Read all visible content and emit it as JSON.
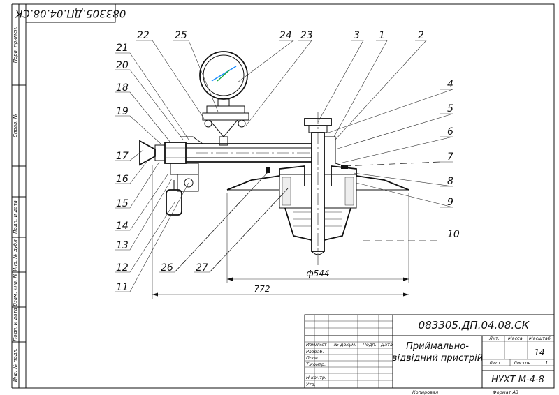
{
  "stamp_top": "083305.ДП.04.08.СК",
  "left_strip": [
    "Перв. примен.",
    "Справ. №",
    "Подп. и дата",
    "Инв. № дубл.",
    "Взам. инв. №",
    "Подп. и дата",
    "Инв. № подл."
  ],
  "callouts": {
    "top": [
      "22",
      "25",
      "24",
      "23",
      "3",
      "1",
      "2"
    ],
    "left": [
      "21",
      "20",
      "18",
      "19",
      "17",
      "16",
      "15",
      "14",
      "13",
      "12",
      "11"
    ],
    "right": [
      "4",
      "5",
      "6",
      "7",
      "8",
      "9",
      "10"
    ],
    "bottom": [
      "26",
      "27"
    ]
  },
  "dimensions": {
    "inner": "ф544",
    "outer": "772"
  },
  "title_block": {
    "doc_code": "083305.ДП.04.08.СК",
    "name_line1": "Приймально-",
    "name_line2": "відвідний пристрій",
    "org": "НУХТ М-4-8",
    "scale_value": "14",
    "sheets_value": "1",
    "col_headers": [
      "Изм",
      "Лист",
      "№ докум.",
      "Подп.",
      "Дата"
    ],
    "row_labels": [
      "Разраб.",
      "Пров.",
      "Т.контр.",
      "",
      "Н.контр.",
      "Утв."
    ],
    "hdr_lit": "Лит.",
    "hdr_mass": "Масса",
    "hdr_scale": "Масштаб",
    "hdr_sheet": "Лист",
    "hdr_sheets": "Листов",
    "copied": "Копировал",
    "format": "Формат   А3"
  }
}
